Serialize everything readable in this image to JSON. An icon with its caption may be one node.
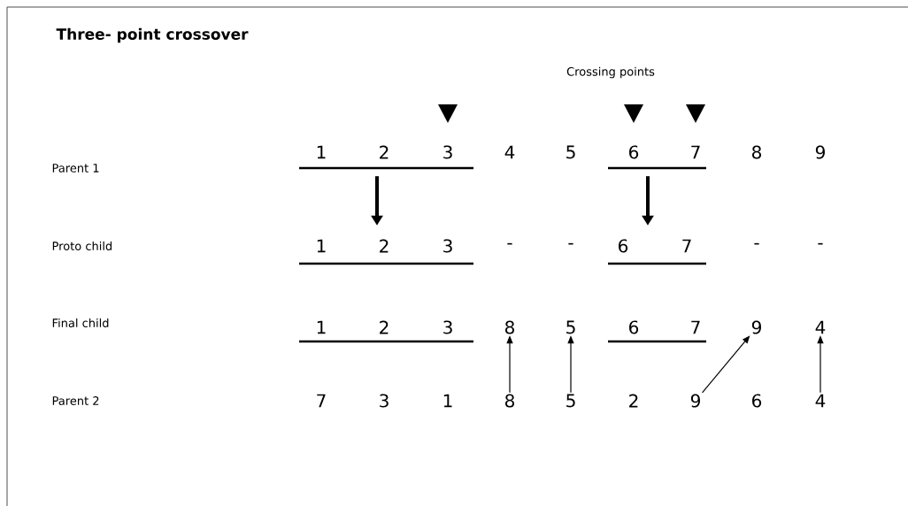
{
  "diagram": {
    "title": "Three- point crossover",
    "nodes": [
      {
        "text": [
          "1"
        ]
      },
      {
        "text": [
          "2"
        ]
      },
      {
        "text": [
          "3"
        ]
      },
      {
        "text": [
          "4"
        ]
      },
      {
        "text": [
          "5"
        ]
      },
      {
        "text": [
          "6"
        ]
      },
      {
        "text": [
          "7"
        ]
      },
      {
        "text": [
          "8"
        ]
      },
      {
        "text": [
          "9"
        ]
      },
      {
        "text": [
          "1"
        ]
      },
      {
        "text": [
          "2"
        ]
      },
      {
        "text": [
          "3"
        ]
      },
      {
        "text": [
          "-"
        ]
      },
      {
        "text": [
          "-"
        ]
      },
      {
        "text": [
          "6"
        ]
      },
      {
        "text": [
          "7"
        ]
      },
      {
        "text": [
          "-"
        ]
      },
      {
        "text": [
          "-"
        ]
      },
      {
        "text": [
          "1"
        ]
      },
      {
        "text": [
          "2"
        ]
      },
      {
        "text": [
          "3"
        ]
      },
      {
        "text": [
          "8"
        ]
      },
      {
        "text": [
          "5"
        ]
      },
      {
        "text": [
          "6"
        ]
      },
      {
        "text": [
          "7"
        ]
      },
      {
        "text": [
          "9"
        ]
      },
      {
        "text": [
          "4"
        ]
      },
      {
        "text": [
          "7"
        ]
      },
      {
        "text": [
          "3"
        ]
      },
      {
        "text": [
          "1"
        ]
      },
      {
        "text": [
          "8"
        ]
      },
      {
        "text": [
          "5"
        ]
      },
      {
        "text": [
          "2"
        ]
      },
      {
        "text": [
          "9"
        ]
      },
      {
        "text": [
          "6"
        ]
      },
      {
        "text": [
          "4"
        ]
      }
    ],
    "edges": [
      {
        "from": 1,
        "to": 10,
        "arrow": "to",
        "style": "thick"
      },
      {
        "from": 5,
        "to": 14,
        "arrow": "to",
        "style": "thick"
      },
      {
        "from": 30,
        "to": 21,
        "arrow": "to"
      },
      {
        "from": 31,
        "to": 22,
        "arrow": "to"
      },
      {
        "from": 33,
        "to": 25,
        "arrow": "to"
      },
      {
        "from": 35,
        "to": 26,
        "arrow": "to"
      }
    ],
    "labels": [
      "Crossing points",
      "Parent 1",
      "Proto child",
      "Final child",
      "Parent 2"
    ]
  }
}
